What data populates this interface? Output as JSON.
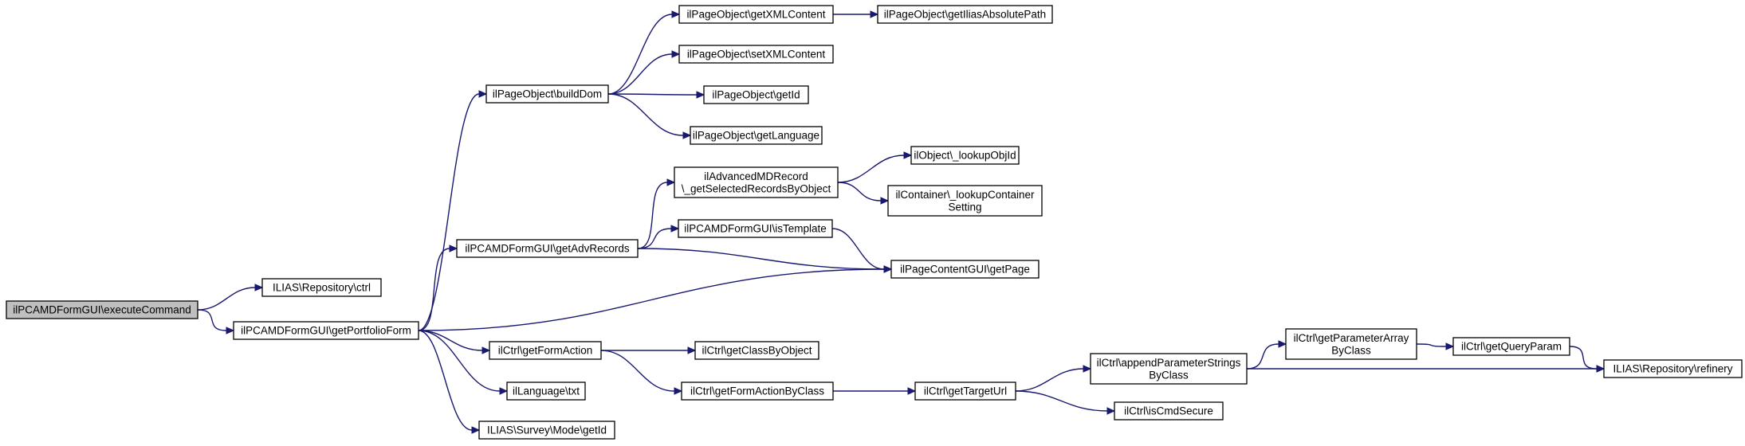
{
  "colors": {
    "edge": "#191970",
    "node_border": "#000000",
    "node_fill": "#ffffff",
    "root_fill": "#bfbfbf",
    "background": "#ffffff"
  },
  "nodes": [
    {
      "id": "n0",
      "lines": [
        "ilPCAMDFormGUI\\executeCommand"
      ],
      "root": true
    },
    {
      "id": "n1",
      "lines": [
        "ILIAS\\Repository\\ctrl"
      ]
    },
    {
      "id": "n2",
      "lines": [
        "ilPCAMDFormGUI\\getPortfolioForm"
      ]
    },
    {
      "id": "n3",
      "lines": [
        "ilPageObject\\buildDom"
      ]
    },
    {
      "id": "n4",
      "lines": [
        "ilPCAMDFormGUI\\getAdvRecords"
      ]
    },
    {
      "id": "n5",
      "lines": [
        "ilPageContentGUI\\getPage"
      ]
    },
    {
      "id": "n6",
      "lines": [
        "ilCtrl\\getFormAction"
      ]
    },
    {
      "id": "n7",
      "lines": [
        "ilLanguage\\txt"
      ]
    },
    {
      "id": "n8",
      "lines": [
        "ILIAS\\Survey\\Mode\\getId"
      ]
    },
    {
      "id": "n9",
      "lines": [
        "ilPageObject\\getXMLContent"
      ]
    },
    {
      "id": "n10",
      "lines": [
        "ilPageObject\\setXMLContent"
      ]
    },
    {
      "id": "n11",
      "lines": [
        "ilPageObject\\getId"
      ]
    },
    {
      "id": "n12",
      "lines": [
        "ilPageObject\\getLanguage"
      ]
    },
    {
      "id": "n13",
      "lines": [
        "ilAdvancedMDRecord",
        "\\_getSelectedRecordsByObject"
      ]
    },
    {
      "id": "n14",
      "lines": [
        "ilPCAMDFormGUI\\isTemplate"
      ]
    },
    {
      "id": "n15",
      "lines": [
        "ilCtrl\\getClassByObject"
      ]
    },
    {
      "id": "n16",
      "lines": [
        "ilCtrl\\getFormActionByClass"
      ]
    },
    {
      "id": "n17",
      "lines": [
        "ilPageObject\\getIliasAbsolutePath"
      ]
    },
    {
      "id": "n18",
      "lines": [
        "ilObject\\_lookupObjId"
      ]
    },
    {
      "id": "n19",
      "lines": [
        "ilContainer\\_lookupContainer",
        "Setting"
      ]
    },
    {
      "id": "n20",
      "lines": [
        "ilCtrl\\getTargetUrl"
      ]
    },
    {
      "id": "n21",
      "lines": [
        "ilCtrl\\appendParameterStrings",
        "ByClass"
      ]
    },
    {
      "id": "n22",
      "lines": [
        "ilCtrl\\isCmdSecure"
      ]
    },
    {
      "id": "n23",
      "lines": [
        "ilCtrl\\getParameterArray",
        "ByClass"
      ]
    },
    {
      "id": "n24",
      "lines": [
        "ilCtrl\\getQueryParam"
      ]
    },
    {
      "id": "n25",
      "lines": [
        "ILIAS\\Repository\\refinery"
      ]
    }
  ],
  "edges": [
    {
      "from": "n0",
      "to": "n1"
    },
    {
      "from": "n0",
      "to": "n2"
    },
    {
      "from": "n2",
      "to": "n3"
    },
    {
      "from": "n2",
      "to": "n4"
    },
    {
      "from": "n2",
      "to": "n5"
    },
    {
      "from": "n2",
      "to": "n6"
    },
    {
      "from": "n2",
      "to": "n7"
    },
    {
      "from": "n2",
      "to": "n8"
    },
    {
      "from": "n3",
      "to": "n9"
    },
    {
      "from": "n3",
      "to": "n10"
    },
    {
      "from": "n3",
      "to": "n11"
    },
    {
      "from": "n3",
      "to": "n12"
    },
    {
      "from": "n9",
      "to": "n17"
    },
    {
      "from": "n4",
      "to": "n13"
    },
    {
      "from": "n4",
      "to": "n14"
    },
    {
      "from": "n4",
      "to": "n5"
    },
    {
      "from": "n13",
      "to": "n18"
    },
    {
      "from": "n13",
      "to": "n19"
    },
    {
      "from": "n14",
      "to": "n5"
    },
    {
      "from": "n6",
      "to": "n15"
    },
    {
      "from": "n6",
      "to": "n16"
    },
    {
      "from": "n16",
      "to": "n20"
    },
    {
      "from": "n20",
      "to": "n21"
    },
    {
      "from": "n20",
      "to": "n22"
    },
    {
      "from": "n21",
      "to": "n23"
    },
    {
      "from": "n21",
      "to": "n25"
    },
    {
      "from": "n23",
      "to": "n24"
    },
    {
      "from": "n24",
      "to": "n25"
    }
  ]
}
